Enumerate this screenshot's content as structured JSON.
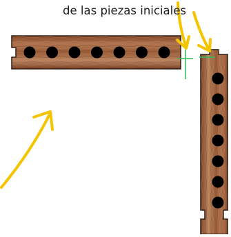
{
  "caption": "de las piezas iniciales",
  "colors": {
    "wood_dark": "#7a3f22",
    "wood_mid": "#a56a45",
    "wood_light": "#c08a62",
    "outline": "#2a1a12",
    "hole": "#000000",
    "arrow": "#f5c400",
    "guide": "#2bbf5a"
  },
  "pieces": {
    "horizontal": {
      "holes": 7,
      "orientation": "horizontal"
    },
    "vertical": {
      "holes": 7,
      "orientation": "vertical"
    }
  },
  "icons": [
    "arrow-down-icon",
    "arrow-down-right-icon",
    "arrow-up-right-icon"
  ]
}
